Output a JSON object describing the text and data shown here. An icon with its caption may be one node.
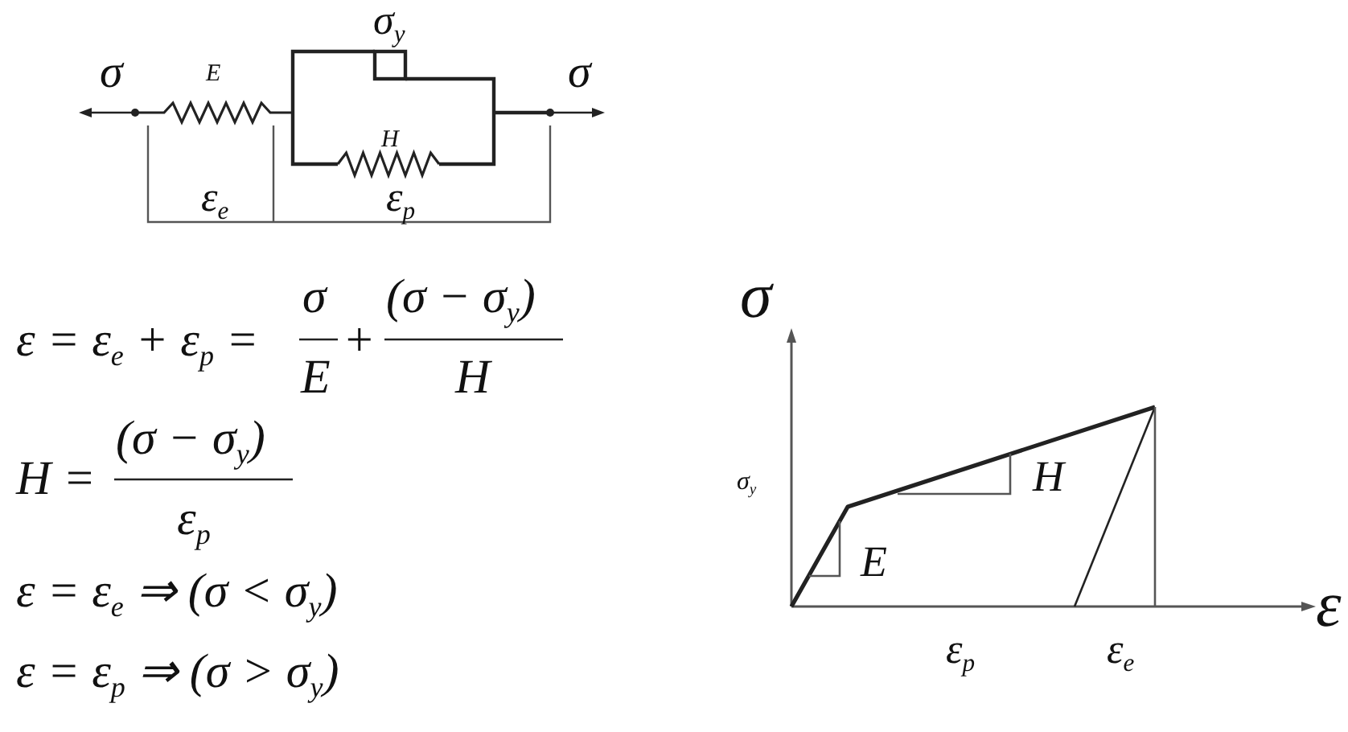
{
  "diagram": {
    "labels": [
      "σ$_{y}$",
      "σ",
      "E",
      "σ",
      "H",
      "ε$_{e}$",
      "ε$_{p}$",
      "ε = ε$_{e}$ + ε$_{p}$ =",
      "σ",
      "E",
      "+",
      "(σ − σ$_{y}$)",
      "H",
      "H =",
      "(σ − σ$_{y}$)",
      "ε$_{p}$",
      "ε = ε$_{e}$ ⇒ (σ < σ$_{y}$)",
      "ε = ε$_{p}$ ⇒ (σ > σ$_{y}$)",
      "σ",
      "σ$_{y}$",
      "H",
      "E",
      "ε",
      "ε$_{p}$",
      "ε$_{e}$"
    ]
  }
}
